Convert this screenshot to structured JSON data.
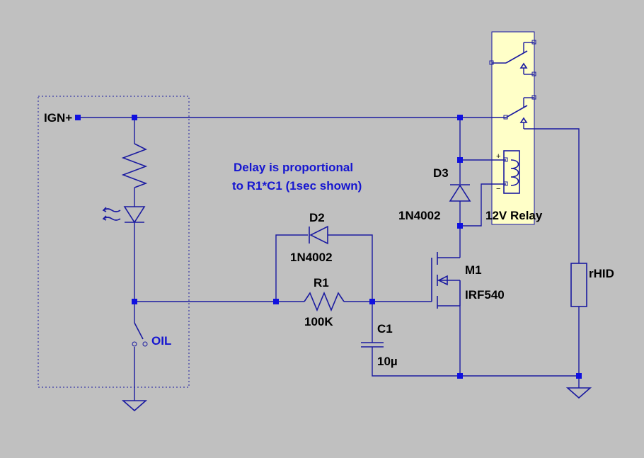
{
  "labels": {
    "ign": "IGN+",
    "d3_ref": "D3",
    "d3_val": "1N4002",
    "d2_ref": "D2",
    "d2_val": "1N4002",
    "r1_ref": "R1",
    "r1_val": "100K",
    "c1_ref": "C1",
    "c1_val": "10µ",
    "m1_ref": "M1",
    "m1_val": "IRF540",
    "relay": "12V Relay",
    "rhid": "rHID",
    "oil": "OIL"
  },
  "note": {
    "line1": "Delay is proportional",
    "line2": "to R1*C1 (1sec shown)"
  },
  "relay_polarity": {
    "plus": "+",
    "minus": "−"
  },
  "colors": {
    "background": "#c0c0c0",
    "wire": "#1a1aa0",
    "junction": "#1010e0",
    "note_text": "#1515d0",
    "relay_fill": "#ffffc8"
  }
}
